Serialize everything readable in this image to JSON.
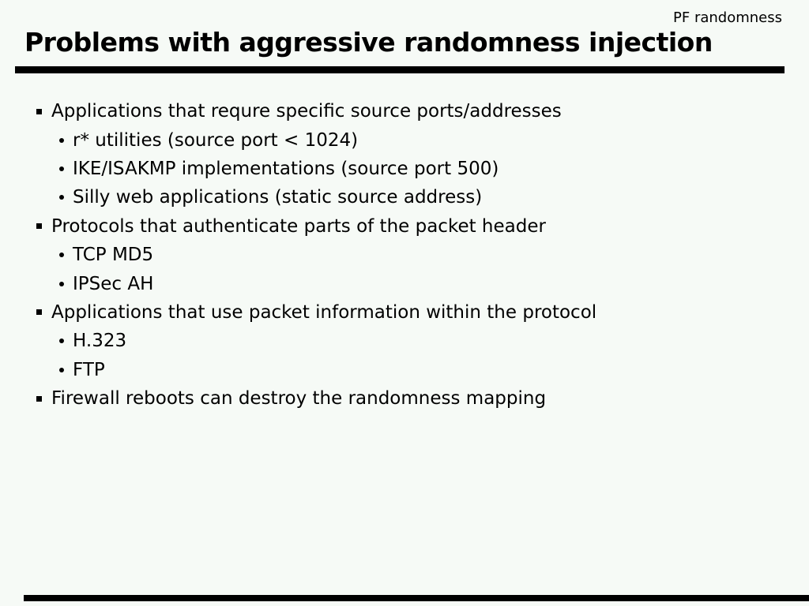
{
  "slide": {
    "corner_label": "PF randomness",
    "title": "Problems with aggressive randomness injection",
    "colors": {
      "background": "#f6faf6",
      "text": "#000000",
      "rule": "#000000"
    },
    "content": {
      "items": [
        {
          "level": 1,
          "text": "Applications that requre specific source ports/addresses"
        },
        {
          "level": 2,
          "text": "r* utilities (source port < 1024)"
        },
        {
          "level": 2,
          "text": "IKE/ISAKMP implementations (source port 500)"
        },
        {
          "level": 2,
          "text": "Silly web applications (static source address)"
        },
        {
          "level": 1,
          "text": "Protocols that authenticate parts of the packet header"
        },
        {
          "level": 2,
          "text": "TCP MD5"
        },
        {
          "level": 2,
          "text": "IPSec AH"
        },
        {
          "level": 1,
          "text": "Applications that use packet information within the protocol"
        },
        {
          "level": 2,
          "text": "H.323"
        },
        {
          "level": 2,
          "text": "FTP"
        },
        {
          "level": 1,
          "text": "Firewall reboots can destroy the randomness mapping"
        }
      ]
    }
  }
}
